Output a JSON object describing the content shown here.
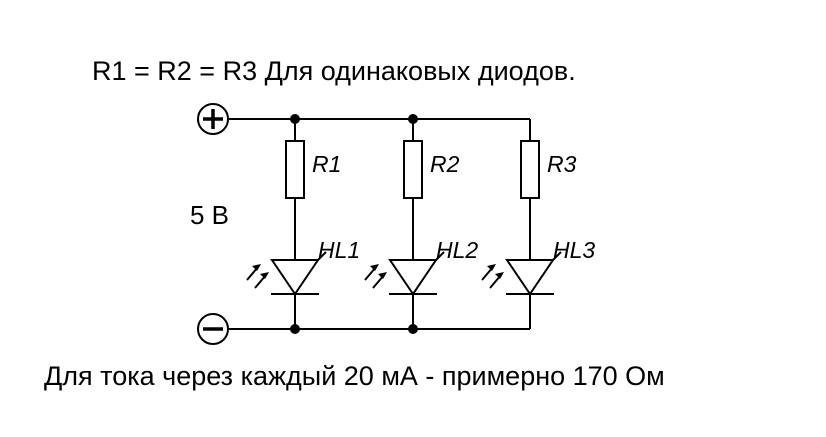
{
  "diagram": {
    "title": "R1 = R2 = R3 Для одинаковых диодов.",
    "voltage_label": "5 В",
    "terminals": {
      "positive": "+",
      "negative": "−"
    },
    "branches": [
      {
        "resistor_label": "R1",
        "led_label": "HL1"
      },
      {
        "resistor_label": "R2",
        "led_label": "HL2"
      },
      {
        "resistor_label": "R3",
        "led_label": "HL3"
      }
    ],
    "footer_note": "Для тока через каждый 20 мА  - примерно 170 Ом"
  }
}
